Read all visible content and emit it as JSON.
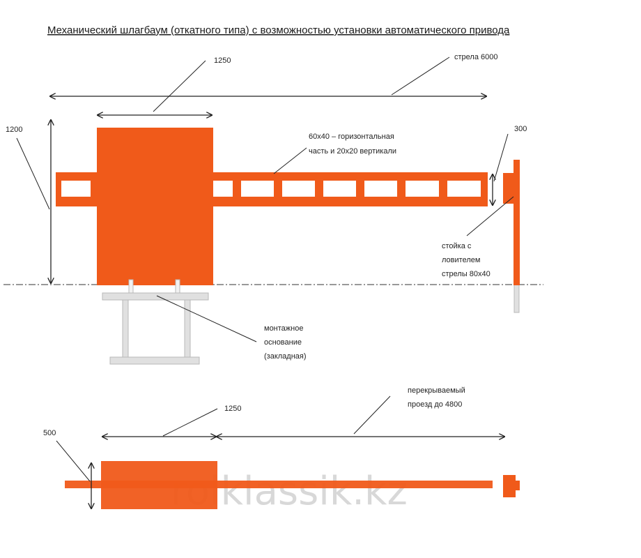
{
  "title": "Механический шлагбаум (откатного типа) с возможностью установки автоматического привода",
  "colors": {
    "barrier": "#f05a1a",
    "base": "#e0e0e0",
    "lines": "#222222"
  },
  "labels": {
    "width_1250_top": "1250",
    "boom_length": "стрела 6000",
    "height_1200": "1200",
    "profile_line1": "60х40 – горизонтальная",
    "profile_line2": "часть  и 20х20 вертикали",
    "post_height_300": "300",
    "post_line1": "стойка с",
    "post_line2": "ловителем",
    "post_line3": "стрелы 80х40",
    "base_line1": "монтажное",
    "base_line2": "основание",
    "base_line3": "(закладная)",
    "passage_line1": "перекрываемый",
    "passage_line2": "проезд до 4800",
    "width_1250_bottom": "1250",
    "depth_500": "500"
  },
  "watermark": "rolklassik.kz"
}
